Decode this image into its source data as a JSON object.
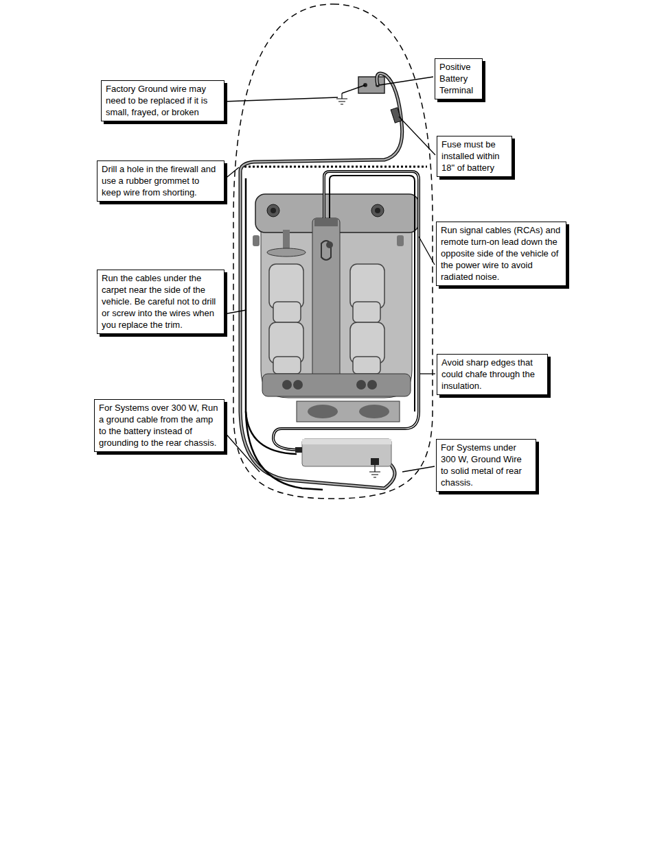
{
  "diagram": {
    "nodes": [
      {
        "text": [
          "Positive Battery Terminal"
        ]
      },
      {
        "text": [
          "Factory Ground wire may need to be replaced if it is small, frayed, or broken"
        ]
      },
      {
        "text": [
          "Fuse must be installed within 18\" of battery"
        ]
      },
      {
        "text": [
          "Drill a hole in the firewall and use a rubber grommet to keep wire from shorting."
        ]
      },
      {
        "text": [
          "Run signal cables (RCAs) and remote turn-on lead down the opposite side of the vehicle of the power wire to avoid radiated noise."
        ]
      },
      {
        "text": [
          "Run the cables under the carpet near the side of the vehicle. Be careful not to drill or screw into the wires when you replace the trim."
        ]
      },
      {
        "text": [
          "Avoid sharp edges that could chafe through the insulation."
        ]
      },
      {
        "text": [
          "For Systems over 300 W, Run a ground cable from the amp to the battery instead of grounding to the rear chassis."
        ]
      },
      {
        "text": [
          "For Systems under 300 W, Ground Wire to solid metal of rear chassis."
        ]
      }
    ]
  }
}
